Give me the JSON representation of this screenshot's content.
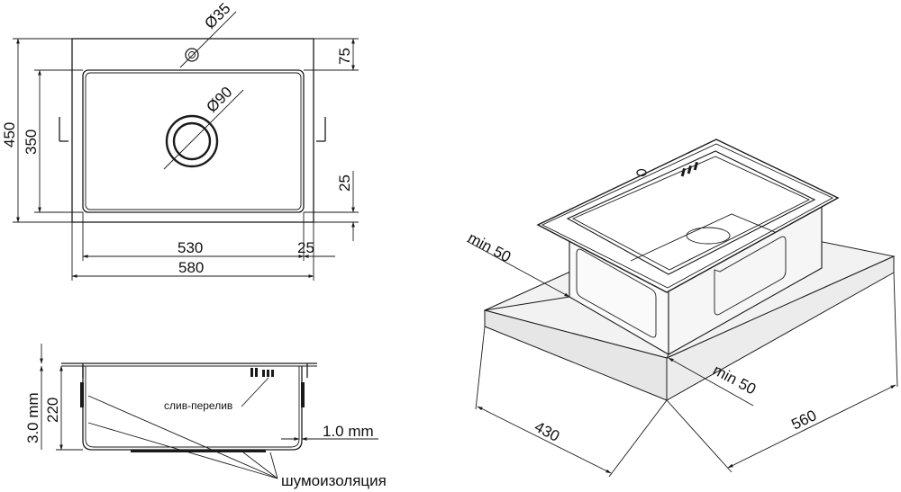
{
  "top_view": {
    "dim_overall_height": "450",
    "dim_bowl_height": "350",
    "dim_top_margin": "75",
    "dim_bottom_margin": "25",
    "dim_tap_hole": "Ø35",
    "dim_drain_hole": "Ø90",
    "dim_bowl_width": "530",
    "dim_side_margin": "25",
    "dim_overall_width": "580"
  },
  "section_view": {
    "dim_depth": "220",
    "dim_top_thickness": "3.0 mm",
    "dim_wall_thickness": "1.0 mm",
    "label_overflow": "слив-перелив",
    "label_insulation": "шумоизоляция"
  },
  "iso_view": {
    "dim_min_left": "min 50",
    "dim_min_front": "min 50",
    "dim_cabinet_depth": "430",
    "dim_cabinet_width": "560"
  },
  "colors": {
    "line": "#1a1a1a",
    "background": "#ffffff",
    "cabinet_side": "#e6e6e6",
    "cabinet_top": "#f2f2f2"
  }
}
